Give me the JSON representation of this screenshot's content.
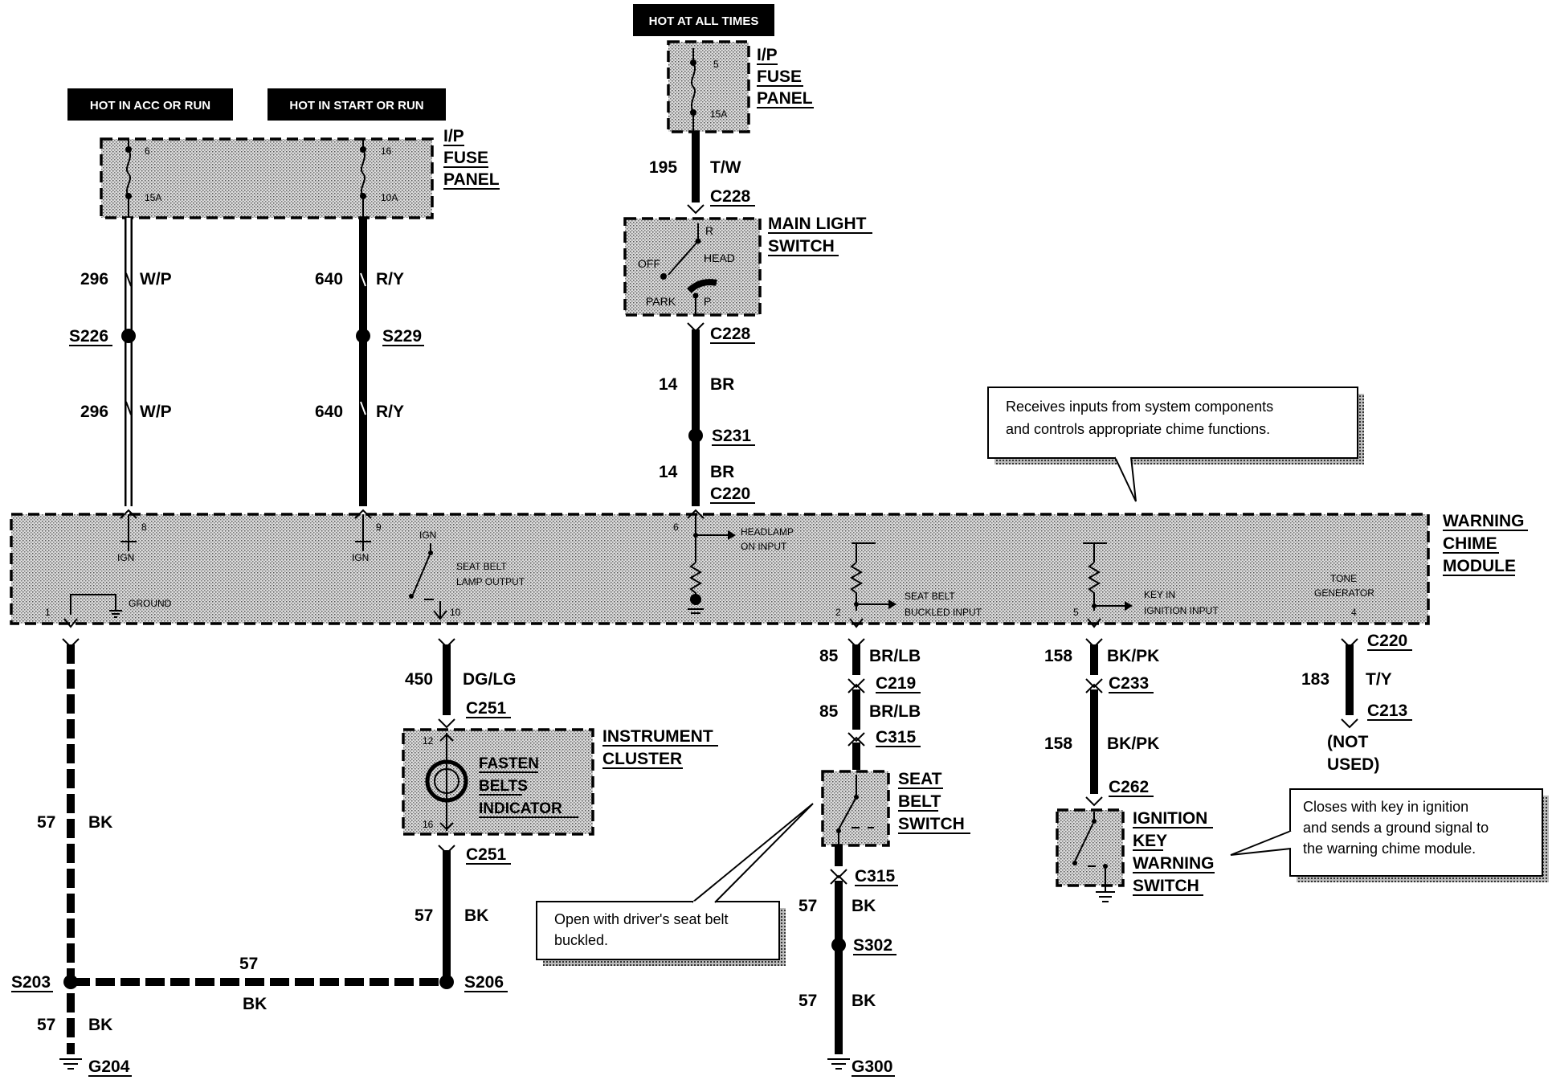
{
  "power_labels": {
    "acc_run": "HOT IN ACC OR RUN",
    "start_run": "HOT IN START OR RUN",
    "always": "HOT AT ALL TIMES"
  },
  "fuse_panel_top": {
    "line1": "I/P",
    "line2": "FUSE",
    "line3": "PANEL",
    "fuse_num": "5",
    "fuse_amp": "15A"
  },
  "fuse_panel_left": {
    "line1": "I/P",
    "line2": "FUSE",
    "line3": "PANEL",
    "fuse_a_num": "6",
    "fuse_a_amp": "15A",
    "fuse_b_num": "16",
    "fuse_b_amp": "10A"
  },
  "circuits": {
    "c296": "296",
    "c296_color": "W/P",
    "c640": "640",
    "c640_color": "R/Y",
    "c195": "195",
    "c195_color": "T/W",
    "c14": "14",
    "c14_color": "BR",
    "c450": "450",
    "c450_color": "DG/LG",
    "c85": "85",
    "c85_color": "BR/LB",
    "c158": "158",
    "c158_color": "BK/PK",
    "c183": "183",
    "c183_color": "T/Y",
    "c57": "57",
    "c57_color": "BK"
  },
  "connectors": {
    "c228": "C228",
    "c220": "C220",
    "c251": "C251",
    "c219": "C219",
    "c315": "C315",
    "c233": "C233",
    "c262": "C262",
    "c213": "C213"
  },
  "splices": {
    "s226": "S226",
    "s229": "S229",
    "s231": "S231",
    "s203": "S203",
    "s206": "S206",
    "s302": "S302"
  },
  "grounds": {
    "g204": "G204",
    "g300": "G300"
  },
  "main_light_switch": {
    "line1": "MAIN LIGHT",
    "line2": "SWITCH",
    "r": "R",
    "off": "OFF",
    "head": "HEAD",
    "park": "PARK",
    "p": "P"
  },
  "module": {
    "line1": "WARNING",
    "line2": "CHIME",
    "line3": "MODULE",
    "pin8": "8",
    "pin9": "9",
    "pin6": "6",
    "pin1": "1",
    "pin10": "10",
    "pin2": "2",
    "pin5": "5",
    "pin4": "4",
    "ign": "IGN",
    "ground": "GROUND",
    "seatbelt_lamp_1": "SEAT BELT",
    "seatbelt_lamp_2": "LAMP OUTPUT",
    "headlamp_1": "HEADLAMP",
    "headlamp_2": "ON INPUT",
    "buckled_1": "SEAT BELT",
    "buckled_2": "BUCKLED INPUT",
    "keyin_1": "KEY IN",
    "keyin_2": "IGNITION INPUT",
    "tone_1": "TONE",
    "tone_2": "GENERATOR"
  },
  "instrument_cluster": {
    "line1": "INSTRUMENT",
    "line2": "CLUSTER",
    "ind1": "FASTEN",
    "ind2": "BELTS",
    "ind3": "INDICATOR",
    "pin12": "12",
    "pin16": "16"
  },
  "seat_belt_switch": {
    "line1": "SEAT",
    "line2": "BELT",
    "line3": "SWITCH"
  },
  "ignition_switch": {
    "line1": "IGNITION",
    "line2": "KEY",
    "line3": "WARNING",
    "line4": "SWITCH"
  },
  "not_used": {
    "line1": "(NOT",
    "line2": "USED)"
  },
  "callouts": {
    "module_1": "Receives inputs from system components",
    "module_2": "and controls appropriate chime functions.",
    "seatbelt_1": "Open with driver's seat belt",
    "seatbelt_2": "buckled.",
    "ignition_1": "Closes with key in ignition",
    "ignition_2": "and sends a ground signal to",
    "ignition_3": "the warning chime module."
  }
}
